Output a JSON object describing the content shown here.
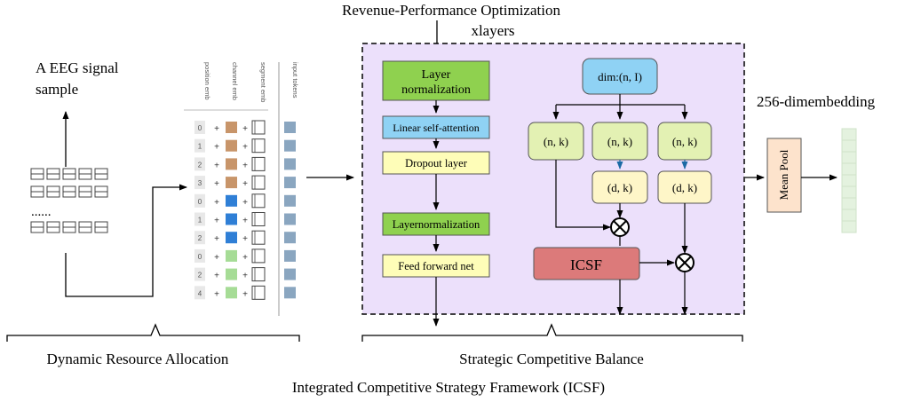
{
  "header": {
    "top_title": "Revenue-Performance Optimization",
    "layers_label": "xlayers"
  },
  "left": {
    "signal_label_line1": "A EEG signal",
    "signal_label_line2": "sample",
    "ellipsis": "......",
    "section_label": "Dynamic Resource Allocation"
  },
  "embeddings": {
    "columns": [
      "position emb",
      "channel emb",
      "segment emb",
      "input tokens"
    ],
    "rows": [
      {
        "pos": "0",
        "color": "#c8956a"
      },
      {
        "pos": "1",
        "color": "#c8956a"
      },
      {
        "pos": "2",
        "color": "#c8956a"
      },
      {
        "pos": "3",
        "color": "#c8956a"
      },
      {
        "pos": "0",
        "color": "#2f7fd6"
      },
      {
        "pos": "1",
        "color": "#2f7fd6"
      },
      {
        "pos": "2",
        "color": "#2f7fd6"
      },
      {
        "pos": "0",
        "color": "#a6dc96"
      },
      {
        "pos": "2",
        "color": "#a6dc96"
      },
      {
        "pos": "4",
        "color": "#a6dc96"
      }
    ],
    "plus": "+"
  },
  "transformer": {
    "layer_norm": "Layer normalization",
    "layer_norm_l1": "Layer",
    "layer_norm_l2": "normalization",
    "linear_attention": "Linear self-attention",
    "dropout": "Dropout layer",
    "layernorm2": "Layernormalization",
    "ffn": "Feed forward net",
    "dim": "dim:(n, I)",
    "nk": "(n, k)",
    "dk": "(d, k)",
    "icsf": "ICSF",
    "section_label": "Strategic Competitive Balance"
  },
  "right": {
    "embedding_label": "256-dimembedding",
    "mean_pool": "Mean Pool"
  },
  "footer": {
    "title": "Integrated Competitive Strategy Framework (ICSF)"
  },
  "colors": {
    "panel_bg": "#ece0fb",
    "green": "#8fd14f",
    "light_blue": "#8fd2f4",
    "light_yellow": "#fefdb8",
    "pale_green": "#e3f1b3",
    "cream": "#fef6c8",
    "icsf": "#dc7a7a",
    "mean_pool": "#fde3cc",
    "token_blue": "#8aa6c0",
    "embedding_cell": "#e4f2df"
  }
}
